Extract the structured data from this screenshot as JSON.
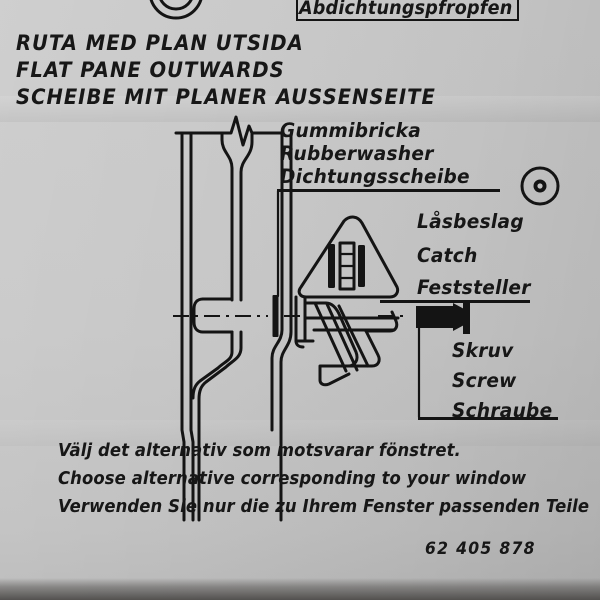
{
  "document": {
    "type": "window-hardware-installation-instruction-sheet",
    "part_number": "62 405 878",
    "languages": [
      "Swedish",
      "English",
      "German"
    ]
  },
  "top_label": {
    "text": "Abdichtungspfropfen",
    "icon": "concentric-circle-plug-icon"
  },
  "heading": {
    "line_sv": "RUTA MED PLAN UTSIDA",
    "line_en": "FLAT PANE OUTWARDS",
    "line_de": "SCHEIBE MIT PLANER AUSSENSEITE"
  },
  "callouts": {
    "rubber_washer": {
      "sv": "Gummibricka",
      "en": "Rubberwasher",
      "de": "Dichtungsscheibe",
      "icon": "washer-ring-icon"
    },
    "catch": {
      "sv": "Låsbeslag",
      "en": "Catch",
      "de": "Feststeller"
    },
    "screw": {
      "sv": "Skruv",
      "en": "Screw",
      "de": "Schraube"
    }
  },
  "instructions": {
    "line_sv": "Välj det alternativ som motsvarar fönstret.",
    "line_en": "Choose alternative corresponding to your window",
    "line_de": "Verwenden Sie nur die zu Ihrem Fenster passenden Teile"
  },
  "diagram": {
    "title": "window-frame-cross-section",
    "components": [
      "window-frame-profile",
      "rubber-washer-section",
      "catch-bracket",
      "countersunk-screw",
      "centerline"
    ]
  },
  "colors": {
    "paper": "#c2c2c2",
    "ink": "#141414"
  }
}
